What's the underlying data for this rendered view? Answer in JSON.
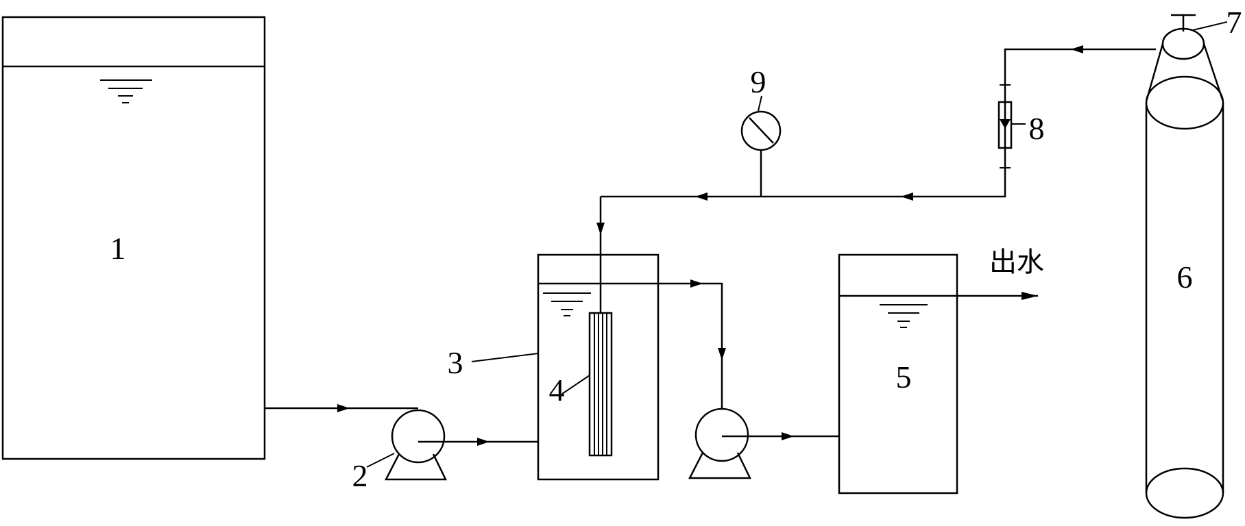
{
  "labels": {
    "tank1": "1",
    "pump2": "2",
    "reactor3": "3",
    "membrane4": "4",
    "tank5": "5",
    "cylinder6": "6",
    "valve7": "7",
    "flowmeter8": "8",
    "gauge9": "9",
    "outlet": "出水"
  }
}
